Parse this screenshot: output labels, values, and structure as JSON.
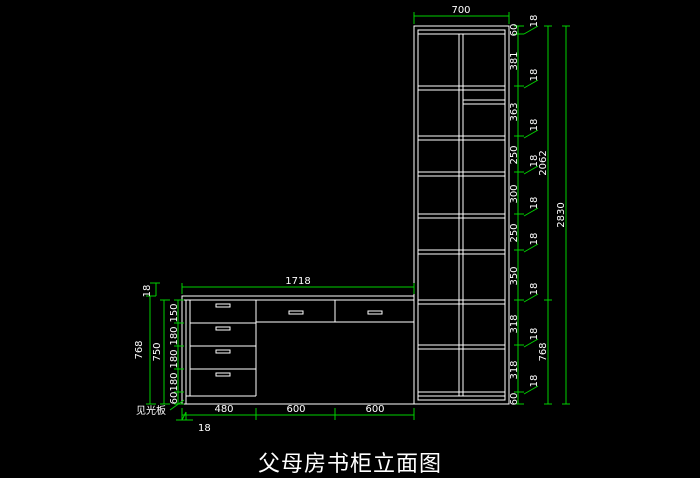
{
  "drawing": {
    "title": "父母房书柜立面图",
    "note_label": "见光板",
    "dims": {
      "tower_width": "700",
      "desk_length": "1718",
      "seg_480": "480",
      "seg_600_a": "600",
      "seg_600_b": "600",
      "thick_18": "18",
      "left_768": "768",
      "left_750": "750",
      "left_18": "18",
      "left_150": "150",
      "left_180_a": "180",
      "left_180_b": "180",
      "left_180_c": "180",
      "left_60": "60",
      "right_60_top": "60",
      "right_381": "381",
      "right_363": "363",
      "right_250_a": "250",
      "right_300": "300",
      "right_250_b": "250",
      "right_350": "350",
      "right_318_a": "318",
      "right_318_b": "318",
      "right_60_bottom": "60",
      "right_18": "18",
      "right_2062": "2062",
      "right_2830": "2830",
      "right_768": "768"
    }
  }
}
